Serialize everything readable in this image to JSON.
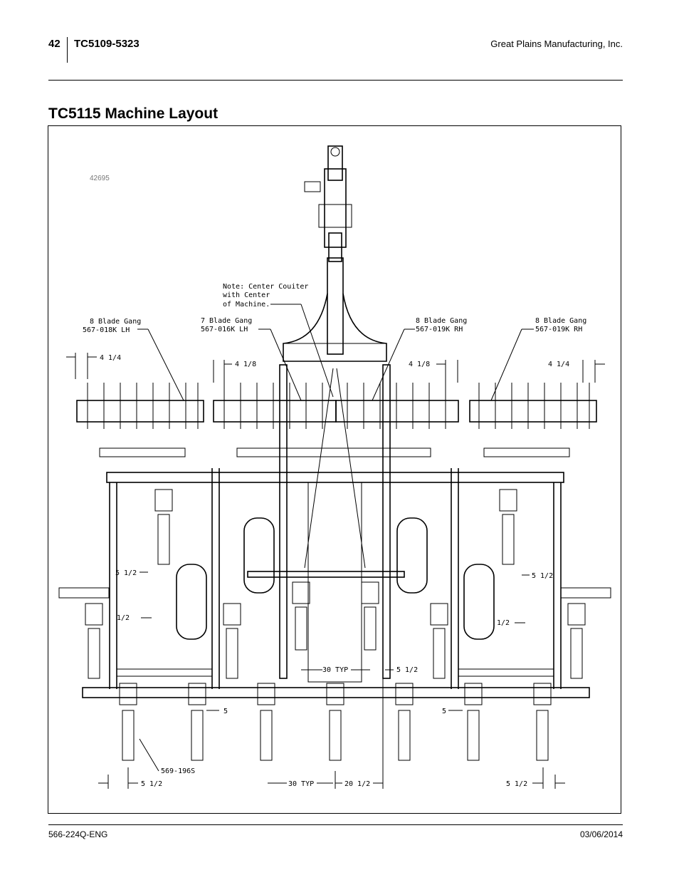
{
  "header": {
    "page_number": "42",
    "model": "TC5109-5323",
    "company": "Great Plains Manufacturing, Inc."
  },
  "section_title": "TC5115 Machine Layout",
  "figure": {
    "figure_id": "42695",
    "note": [
      "Note: Center Couiter",
      "with Center",
      "of Machine."
    ],
    "gangs": [
      {
        "line1": "8 Blade Gang",
        "line2": "567-018K LH"
      },
      {
        "line1": "7 Blade Gang",
        "line2": "567-016K LH"
      },
      {
        "line1": "8 Blade Gang",
        "line2": "567-019K RH"
      },
      {
        "line1": "8 Blade Gang",
        "line2": "567-019K RH"
      }
    ],
    "dims": {
      "top_left": "4 1/4",
      "top_center_left": "4 1/8",
      "top_center_right": "4 1/8",
      "top_right": "4 1/4",
      "mid_left": "5 1/2",
      "mid_right": "5 1/2",
      "side_left": "1/2",
      "side_right": "1/2",
      "typ_upper": "30 TYP",
      "center_upper": "5 1/2",
      "gap_left": "5",
      "gap_right": "5",
      "part": "569-196S",
      "bottom_left": "5 1/2",
      "bottom_typ": "30 TYP",
      "bottom_center": "20 1/2",
      "bottom_right": "5 1/2"
    }
  },
  "footer": {
    "doc_number": "566-224Q-ENG",
    "date": "03/06/2014"
  }
}
